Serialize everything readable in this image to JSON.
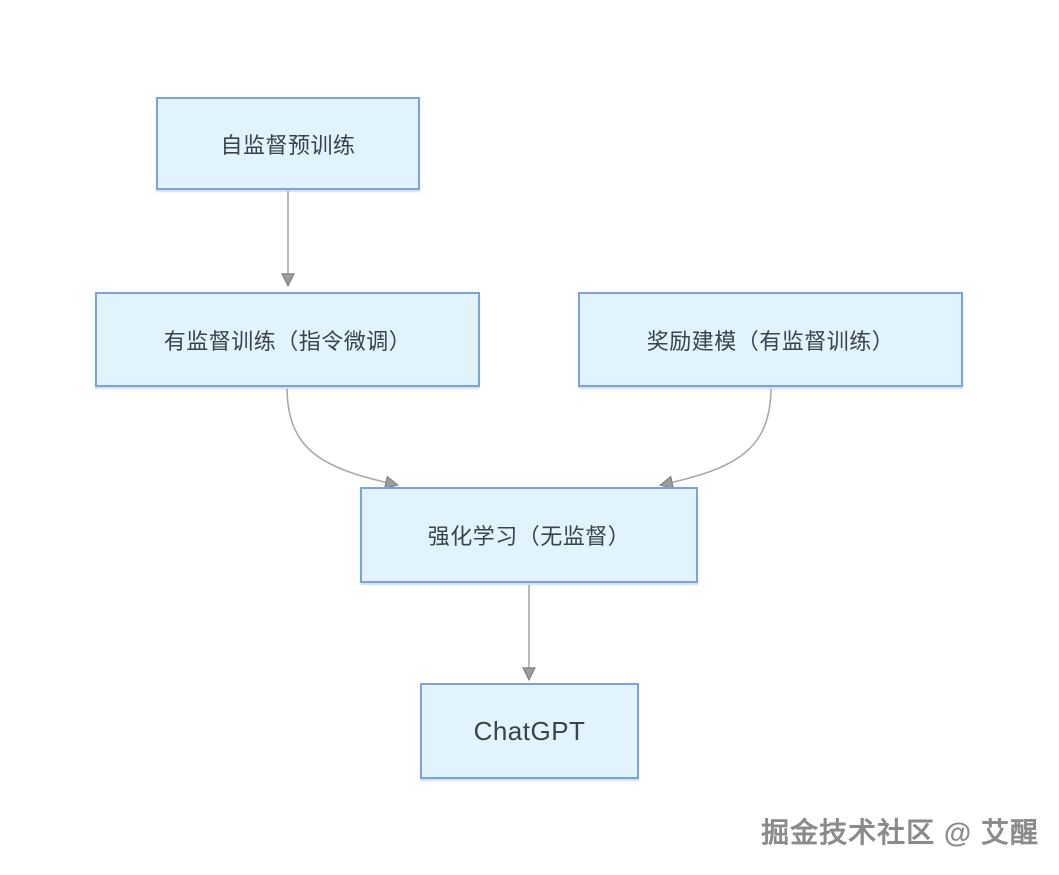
{
  "diagram": {
    "title": "ChatGPT training pipeline flowchart",
    "nodes": [
      {
        "id": "pretrain",
        "label": "自监督预训练"
      },
      {
        "id": "sft",
        "label": "有监督训练（指令微调）"
      },
      {
        "id": "rm",
        "label": "奖励建模（有监督训练）"
      },
      {
        "id": "rl",
        "label": "强化学习（无监督）"
      },
      {
        "id": "chatgpt",
        "label": "ChatGPT"
      }
    ],
    "edges": [
      {
        "from": "pretrain",
        "to": "sft",
        "style": "straight-down"
      },
      {
        "from": "sft",
        "to": "rl",
        "style": "curve-right-down"
      },
      {
        "from": "rm",
        "to": "rl",
        "style": "curve-left-down"
      },
      {
        "from": "rl",
        "to": "chatgpt",
        "style": "straight-down"
      }
    ],
    "colors": {
      "background": "#ffffff",
      "node_fill": "#e1f3fd",
      "node_border": "#7da3dd",
      "node_text": "#3a424b",
      "arrow_line": "#a9a9a9",
      "arrow_head": "#9c9c9c",
      "watermark_text": "#8b8b8b"
    }
  },
  "watermark": {
    "text": "掘金技术社区 @ 艾醒"
  }
}
